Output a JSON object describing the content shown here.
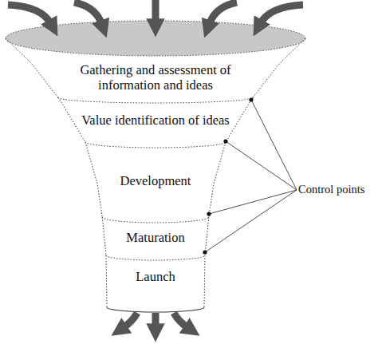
{
  "diagram": {
    "nodes": [
      {
        "text": [
          "Gathering and assessment of information and ideas"
        ]
      },
      {
        "text": [
          "Value identification of ideas"
        ]
      },
      {
        "text": [
          "Development"
        ]
      },
      {
        "text": [
          "Maturation"
        ]
      },
      {
        "text": [
          "Launch"
        ]
      }
    ],
    "edges": [],
    "labels": [
      "Control points"
    ]
  }
}
